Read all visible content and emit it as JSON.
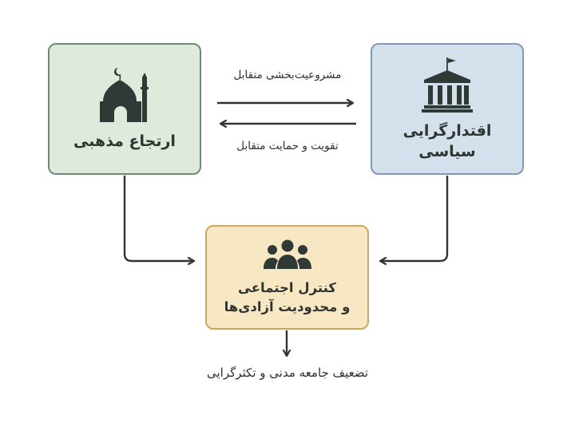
{
  "nodes": {
    "religious": {
      "label": "ارتجاع مذهبی",
      "icon": "mosque-icon"
    },
    "political": {
      "label": "اقتدارگرایی\nسیاسی",
      "line1": "اقتدارگرایی",
      "line2": "سیاسی",
      "icon": "government-building-icon"
    },
    "control": {
      "line1": "کنترل اجتماعی",
      "line2": "و محدودیت آزادی‌ها",
      "icon": "people-group-icon"
    }
  },
  "edges": {
    "top_label": "مشروعیت‌بخشی متقابل",
    "bottom_label": "تقویت و حمایت متقابل"
  },
  "outcome": {
    "label": "تضعیف جامعه مدنی و تکثرگرایی"
  },
  "colors": {
    "religious_fill": "#dfeadd",
    "religious_border": "#6d8d72",
    "political_fill": "#d4e0ec",
    "political_border": "#7f98b4",
    "control_fill": "#f8e7c3",
    "control_border": "#c9a95f",
    "icon": "#2f3a36",
    "arrow": "#333333"
  }
}
